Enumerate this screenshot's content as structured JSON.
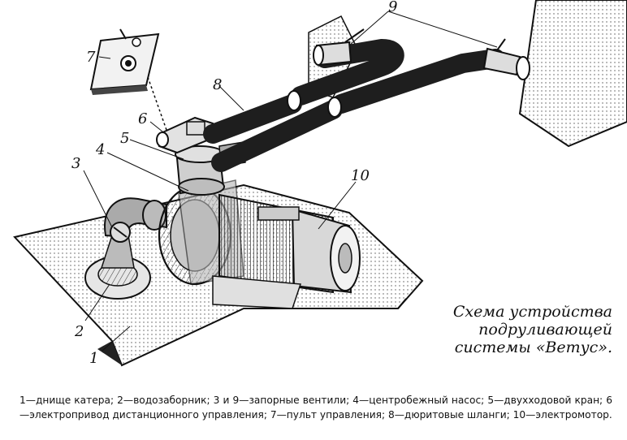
{
  "callouts": {
    "1": "1",
    "2": "2",
    "3": "3",
    "4": "4",
    "5": "5",
    "6": "6",
    "7": "7",
    "8": "8",
    "9": "9",
    "10": "10"
  },
  "caption": {
    "line1": "Схема устройства",
    "line2": "подруливающей",
    "line3": "системы «Ветус»."
  },
  "legend": {
    "text": "1—днище катера; 2—водозаборник; 3 и 9—запорные вентили; 4—центробежный насос; 5—двухходовой кран; 6—электропривод дистанционного управления; 7—пульт управления; 8—дюритовые шланги; 10—электромотор."
  },
  "colors": {
    "ink": "#111111",
    "hose": "#1e1e1e",
    "metal": "#cfcfcf",
    "paper": "#ffffff"
  }
}
